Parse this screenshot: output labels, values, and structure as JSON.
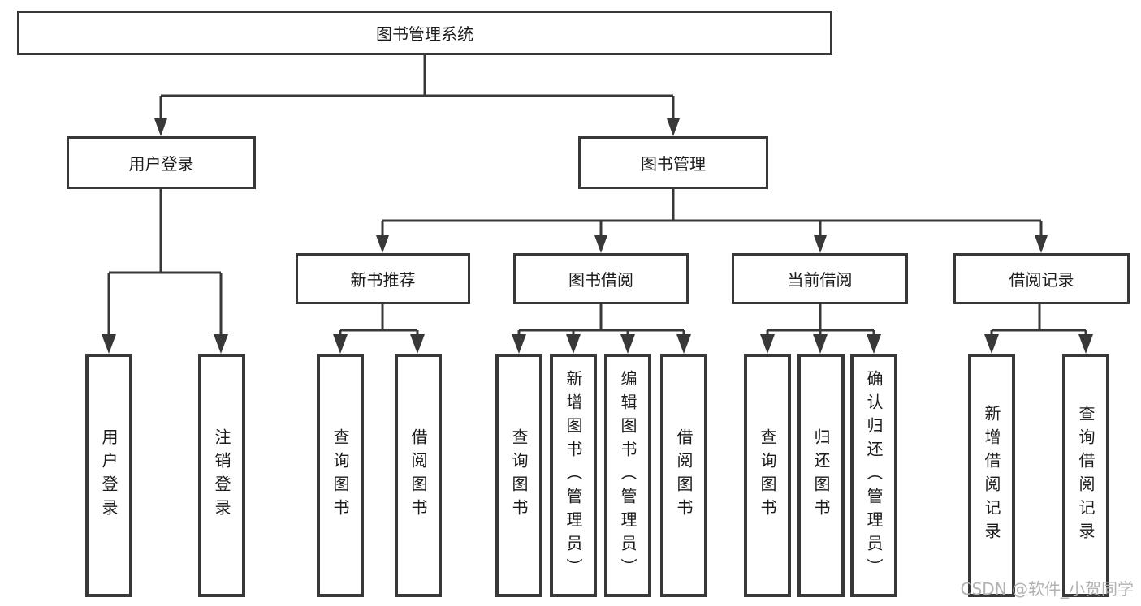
{
  "tree": {
    "label": "图书管理系统",
    "children": [
      {
        "label": "用户登录",
        "children": [
          {
            "label": "用户登录"
          },
          {
            "label": "注销登录"
          }
        ]
      },
      {
        "label": "图书管理",
        "children": [
          {
            "label": "新书推荐",
            "children": [
              {
                "label": "查询图书"
              },
              {
                "label": "借阅图书"
              }
            ]
          },
          {
            "label": "图书借阅",
            "children": [
              {
                "label": "查询图书"
              },
              {
                "label": "新增图书（管理员）"
              },
              {
                "label": "编辑图书（管理员）"
              },
              {
                "label": "借阅图书"
              }
            ]
          },
          {
            "label": "当前借阅",
            "children": [
              {
                "label": "查询图书"
              },
              {
                "label": "归还图书"
              },
              {
                "label": "确认归还（管理员）"
              }
            ]
          },
          {
            "label": "借阅记录",
            "children": [
              {
                "label": "新增借阅记录"
              },
              {
                "label": "查询借阅记录"
              }
            ]
          }
        ]
      }
    ]
  },
  "watermark": {
    "text": "CSDN @软件_小贺同学"
  },
  "colors": {
    "line": "#383838",
    "text": "#1c1c1c",
    "watermark": "#b2b2b2",
    "background": "#ffffff"
  }
}
